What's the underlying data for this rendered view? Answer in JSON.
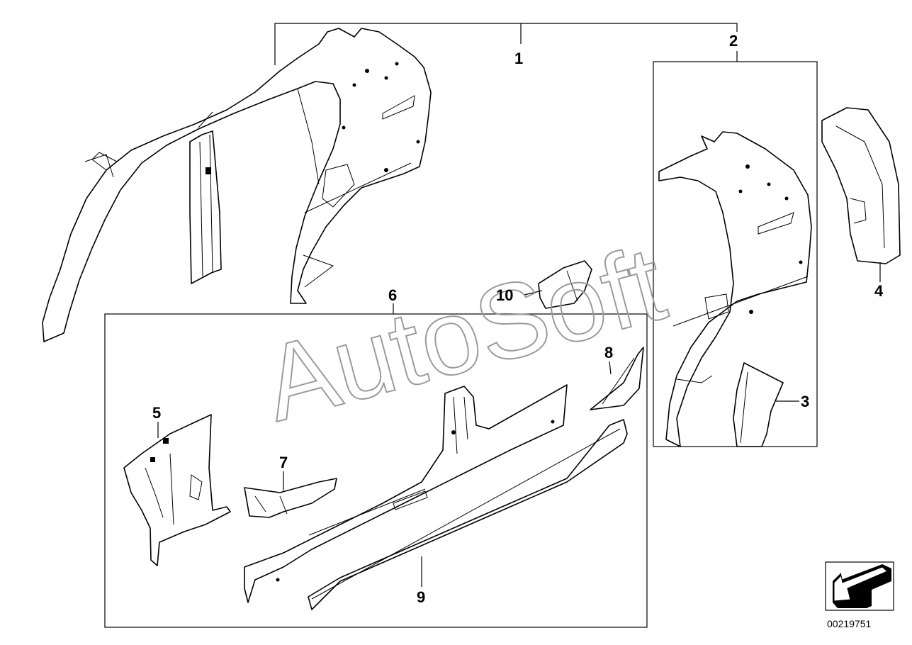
{
  "diagram": {
    "drawing_number": "00219751",
    "watermark": "AutoSoft",
    "callouts": [
      {
        "id": "c1",
        "label": "1"
      },
      {
        "id": "c2",
        "label": "2"
      },
      {
        "id": "c3",
        "label": "3"
      },
      {
        "id": "c4",
        "label": "4"
      },
      {
        "id": "c5",
        "label": "5"
      },
      {
        "id": "c6",
        "label": "6"
      },
      {
        "id": "c7",
        "label": "7"
      },
      {
        "id": "c8",
        "label": "8"
      },
      {
        "id": "c9",
        "label": "9"
      },
      {
        "id": "c10",
        "label": "10"
      }
    ],
    "colors": {
      "line": "#000000",
      "background": "#ffffff",
      "watermark": "#9a9a9a"
    }
  }
}
